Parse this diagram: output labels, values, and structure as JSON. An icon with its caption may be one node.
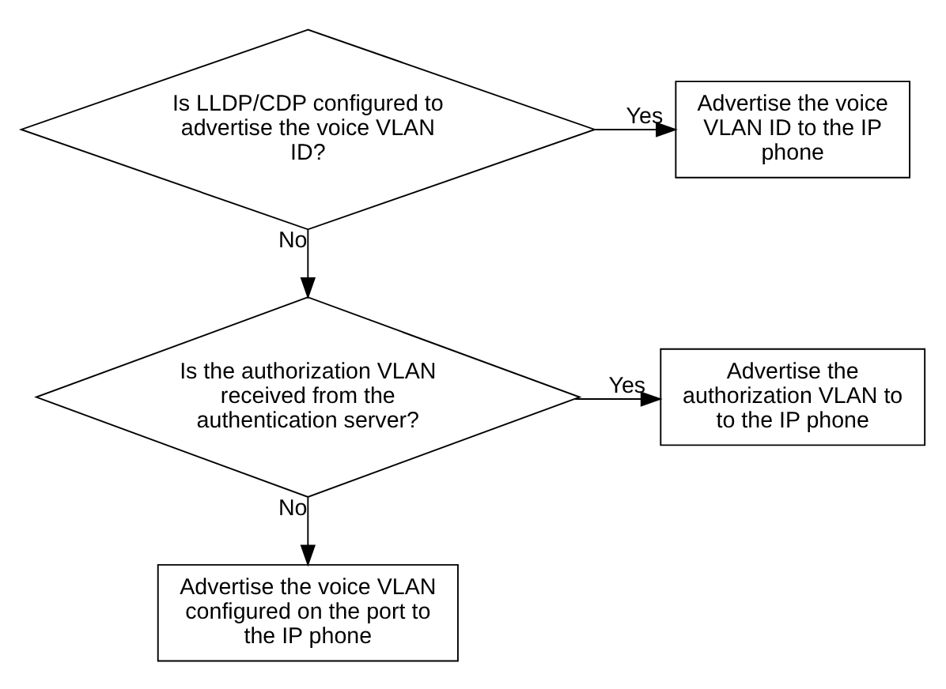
{
  "diagram": {
    "nodes": [
      {
        "text": [
          "Is LLDP/CDP configured to advertise the voice VLAN ID?"
        ]
      },
      {
        "text": [
          "Advertise the voice VLAN ID to the IP phone"
        ]
      },
      {
        "text": [
          "Is the authorization VLAN received from the authentication server?"
        ]
      },
      {
        "text": [
          "Advertise the authorization VLAN to to the IP phone"
        ]
      },
      {
        "text": [
          "Advertise the voice VLAN configured on the port to the IP phone"
        ]
      }
    ],
    "edges": [
      {
        "from": 0,
        "to": 1,
        "arrow": "to",
        "label": "Yes"
      },
      {
        "from": 0,
        "to": 2,
        "arrow": "to",
        "label": "No"
      },
      {
        "from": 2,
        "to": 3,
        "arrow": "to",
        "label": "Yes"
      },
      {
        "from": 2,
        "to": 4,
        "arrow": "to",
        "label": "No"
      }
    ]
  }
}
